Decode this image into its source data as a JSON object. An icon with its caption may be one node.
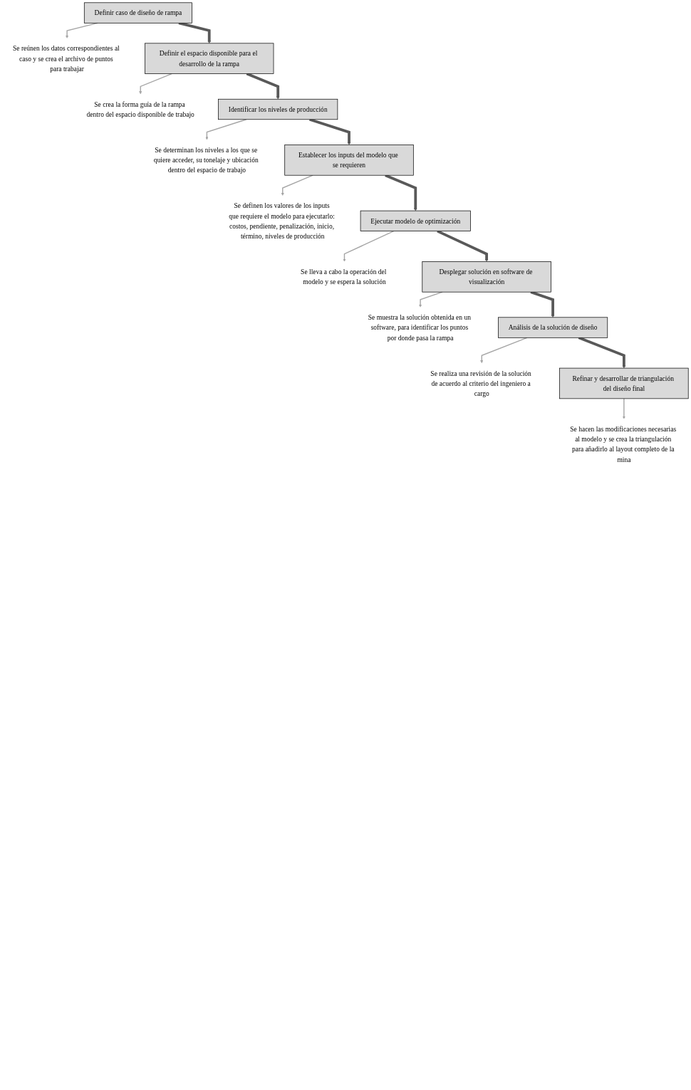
{
  "diagram": {
    "nodes": [
      {
        "text": [
          "Definir caso de diseño de rampa"
        ]
      },
      {
        "text": [
          "Se reúnen los datos correspondientes al caso y se crea el archivo de puntos para trabajar"
        ]
      },
      {
        "text": [
          "Definir el espacio disponible para el desarrollo de la rampa"
        ]
      },
      {
        "text": [
          "Se crea la forma guía de la rampa dentro del espacio disponible de trabajo"
        ]
      },
      {
        "text": [
          "Identificar los niveles de producción"
        ]
      },
      {
        "text": [
          "Se determinan los niveles a los que se quiere acceder, su tonelaje y ubicación dentro del espacio de trabajo"
        ]
      },
      {
        "text": [
          "Establecer los inputs del modelo que se requieren"
        ]
      },
      {
        "text": [
          "Se definen los valores de los inputs que requiere el modelo para ejecutarlo: costos, pendiente, penalización, inicio, término, niveles de producción"
        ]
      },
      {
        "text": [
          "Ejecutar modelo de optimización"
        ]
      },
      {
        "text": [
          "Se lleva a cabo la operación del modelo y se espera la solución"
        ]
      },
      {
        "text": [
          "Desplegar solución en software de visualización"
        ]
      },
      {
        "text": [
          "Se muestra la solución obtenida en un software, para identificar los puntos por donde pasa la rampa"
        ]
      },
      {
        "text": [
          "Análisis de la solución de diseño"
        ]
      },
      {
        "text": [
          "Se realiza una revisión de la solución de acuerdo al criterio del ingeniero a cargo"
        ]
      },
      {
        "text": [
          "Refinar y desarrollar de triangulación del diseño final"
        ]
      },
      {
        "text": [
          "Se hacen las modificaciones necesarias al modelo y se crea la triangulación para añadirlo al layout completo de la mina"
        ]
      }
    ],
    "edges": [
      {
        "from": 0,
        "to": 1,
        "arrow": "to",
        "color": "#a6a6a6"
      },
      {
        "from": 0,
        "to": 2,
        "arrow": "to",
        "style": "thick",
        "color": "#595959"
      },
      {
        "from": 2,
        "to": 3,
        "arrow": "to",
        "color": "#a6a6a6"
      },
      {
        "from": 2,
        "to": 4,
        "arrow": "to",
        "style": "thick",
        "color": "#595959"
      },
      {
        "from": 4,
        "to": 5,
        "arrow": "to",
        "color": "#a6a6a6"
      },
      {
        "from": 4,
        "to": 6,
        "arrow": "to",
        "style": "thick",
        "color": "#595959"
      },
      {
        "from": 6,
        "to": 7,
        "arrow": "to",
        "color": "#a6a6a6"
      },
      {
        "from": 6,
        "to": 8,
        "arrow": "to",
        "style": "thick",
        "color": "#595959"
      },
      {
        "from": 8,
        "to": 9,
        "arrow": "to",
        "color": "#a6a6a6"
      },
      {
        "from": 8,
        "to": 10,
        "arrow": "to",
        "style": "thick",
        "color": "#595959"
      },
      {
        "from": 10,
        "to": 11,
        "arrow": "to",
        "color": "#a6a6a6"
      },
      {
        "from": 10,
        "to": 12,
        "arrow": "to",
        "style": "thick",
        "color": "#595959"
      },
      {
        "from": 12,
        "to": 13,
        "arrow": "to",
        "color": "#a6a6a6"
      },
      {
        "from": 12,
        "to": 14,
        "arrow": "to",
        "style": "thick",
        "color": "#595959"
      },
      {
        "from": 14,
        "to": 15,
        "arrow": "to",
        "color": "#a6a6a6"
      }
    ]
  }
}
